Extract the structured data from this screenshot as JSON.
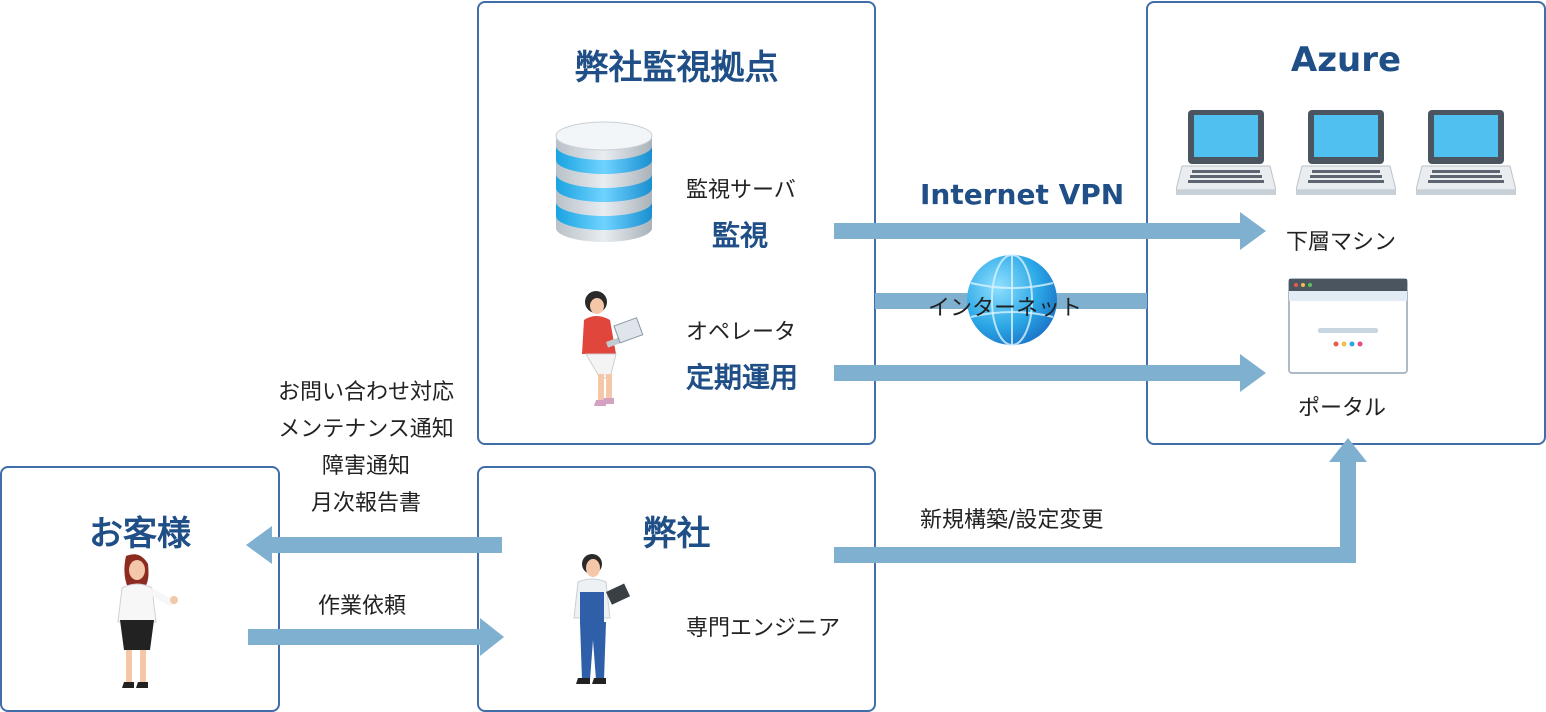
{
  "monitoring_center": {
    "title": "弊社監視拠点",
    "server_label": "監視サーバ",
    "server_role": "監視",
    "operator_label": "オペレータ",
    "operator_role": "定期運用"
  },
  "azure": {
    "title": "Azure",
    "machines_label": "下層マシン",
    "portal_label": "ポータル"
  },
  "customer": {
    "title": "お客様"
  },
  "company": {
    "title": "弊社",
    "engineer_label": "専門エンジニア"
  },
  "connections": {
    "vpn_label": "Internet VPN",
    "internet_label": "インターネット",
    "build_label": "新規構築/設定変更",
    "request_label": "作業依頼",
    "services": [
      "お問い合わせ対応",
      "メンテナンス通知",
      "障害通知",
      "月次報告書"
    ]
  },
  "colors": {
    "border": "#3f6ea8",
    "title": "#1f4f86",
    "arrow": "#7fb0d0"
  }
}
